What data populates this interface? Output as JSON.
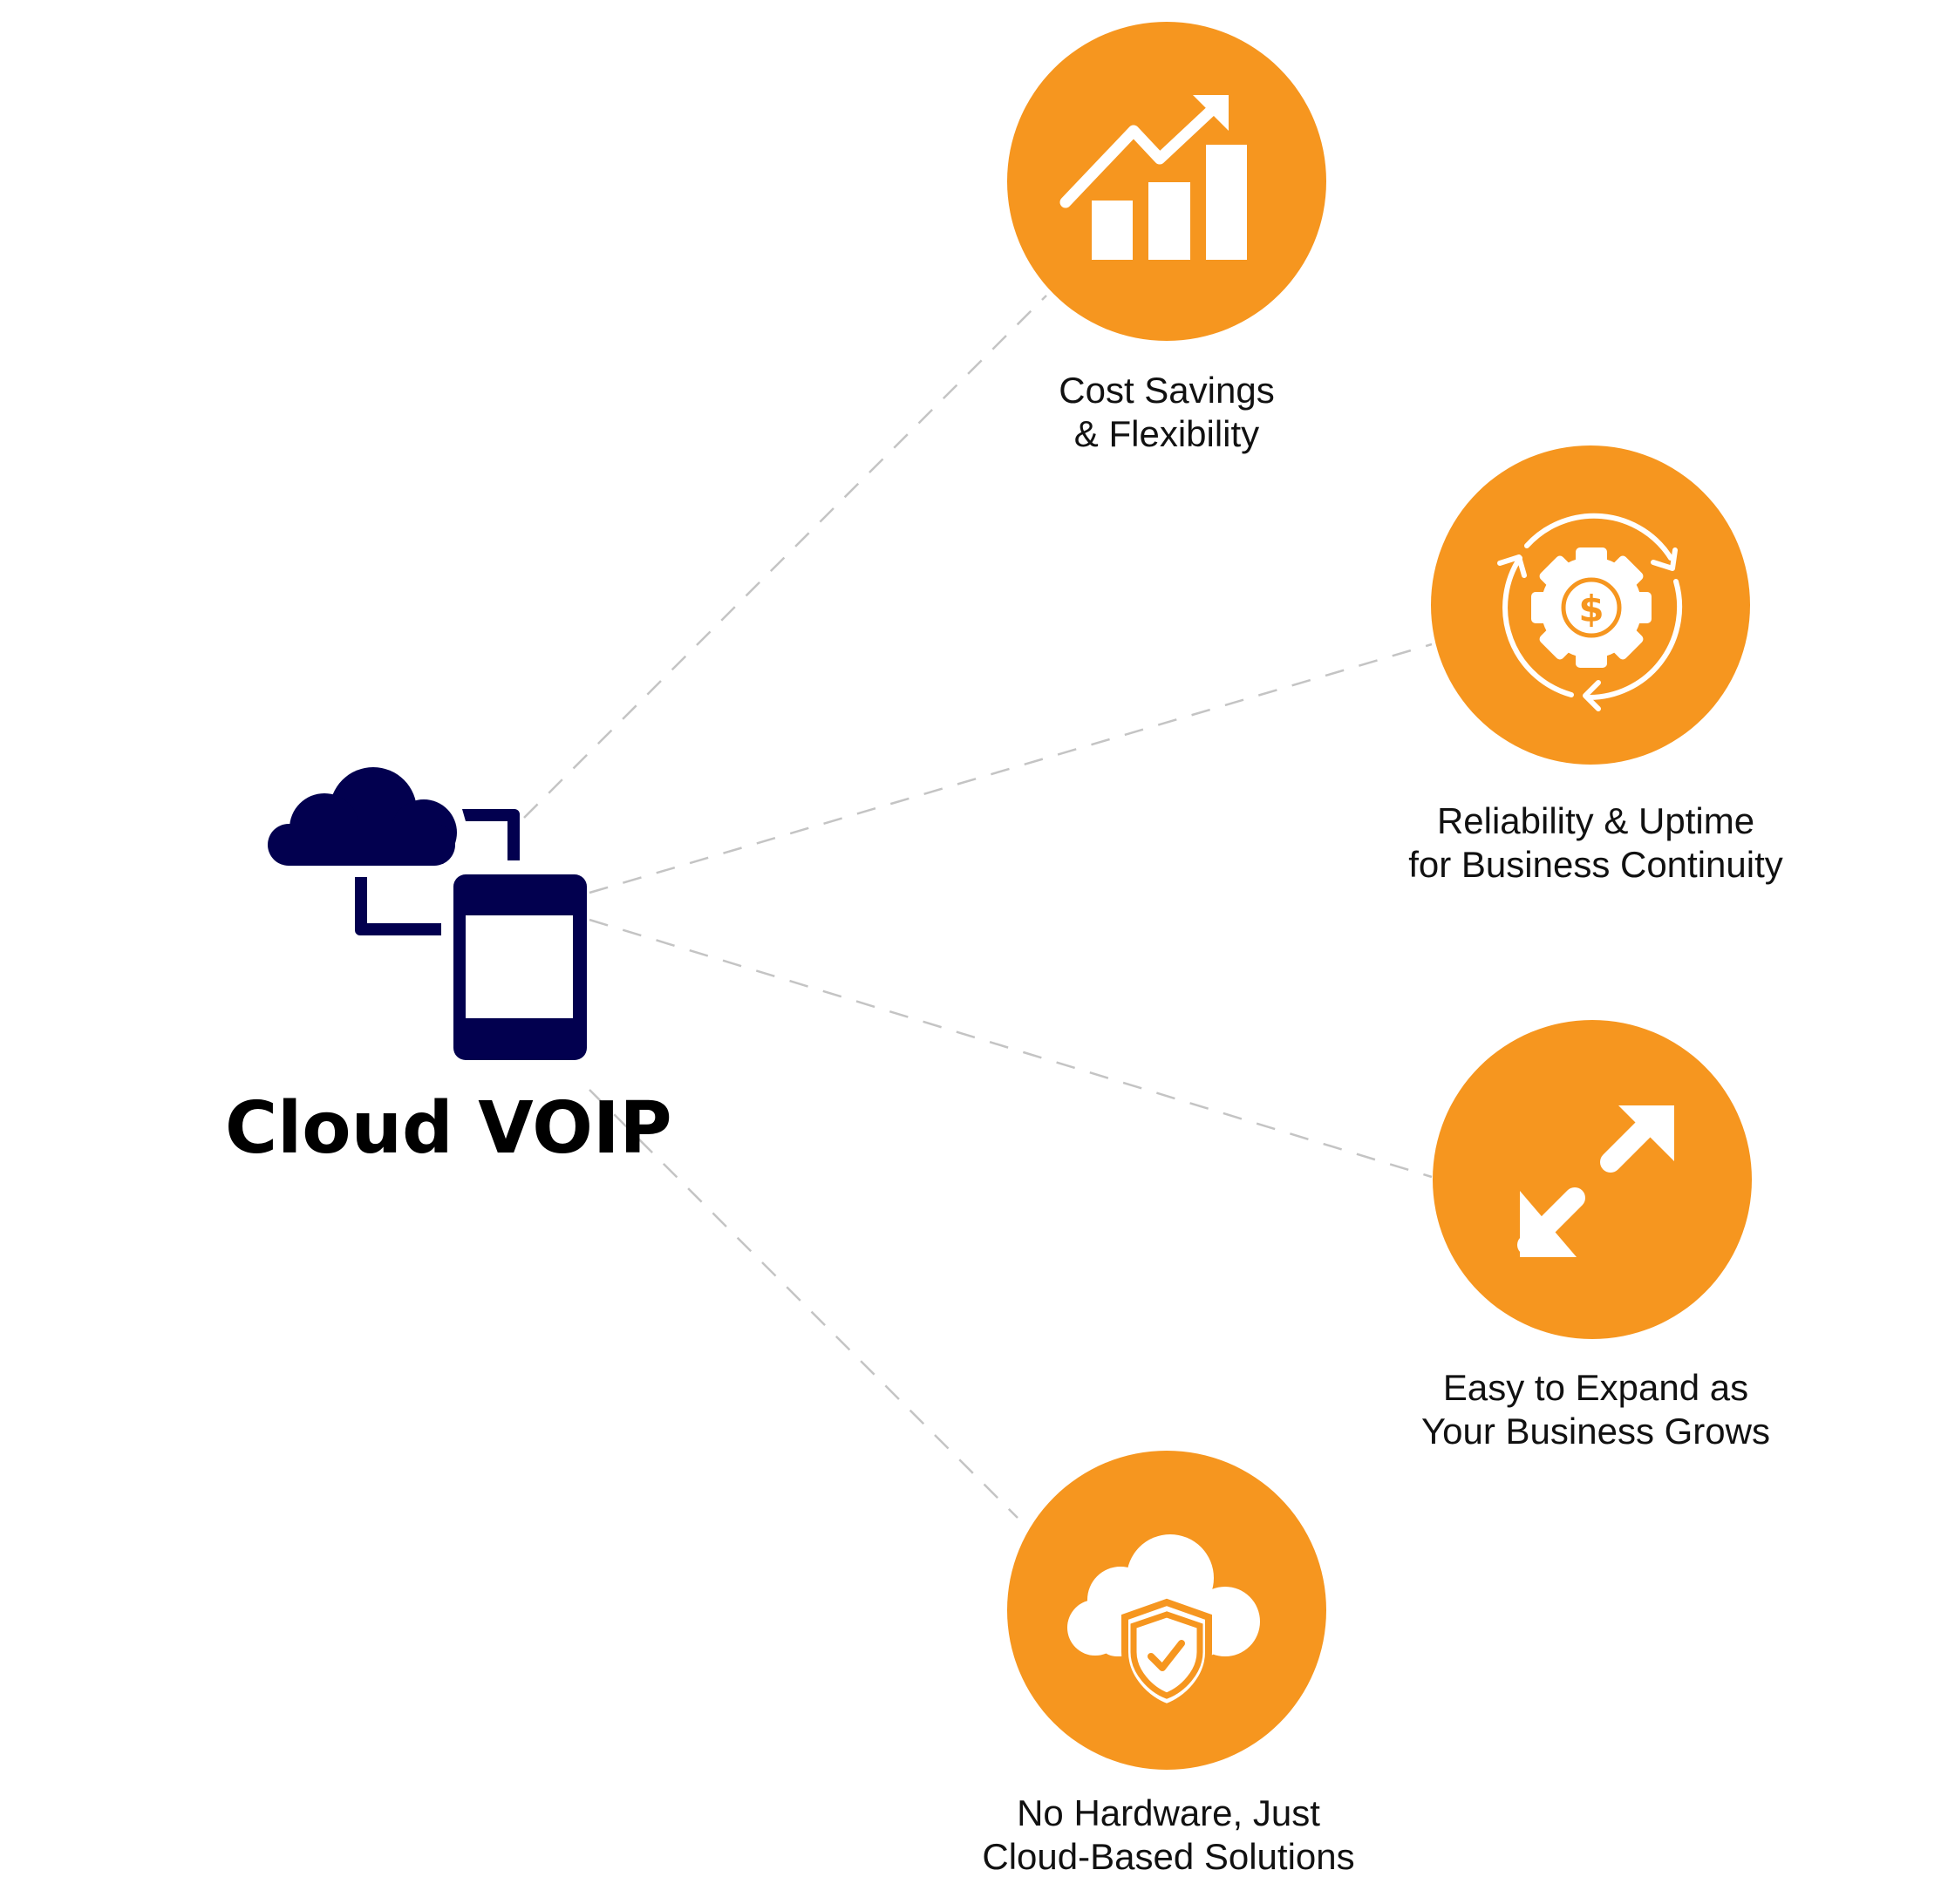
{
  "center": {
    "title": "Cloud VOIP",
    "icon": "cloud-phone-icon",
    "icon_color": "#02004f"
  },
  "accent_color": "#f6961f",
  "benefits": [
    {
      "icon": "growth-chart-icon",
      "line1": "Cost Savings",
      "line2": "& Flexibility"
    },
    {
      "icon": "gear-dollar-cycle-icon",
      "line1": "Reliability & Uptime",
      "line2": "for Business Continuity"
    },
    {
      "icon": "expand-arrows-icon",
      "line1": "Easy to Expand as",
      "line2": "Your Business Grows"
    },
    {
      "icon": "cloud-shield-icon",
      "line1": "No Hardware, Just",
      "line2": "Cloud-Based Solutions"
    }
  ]
}
